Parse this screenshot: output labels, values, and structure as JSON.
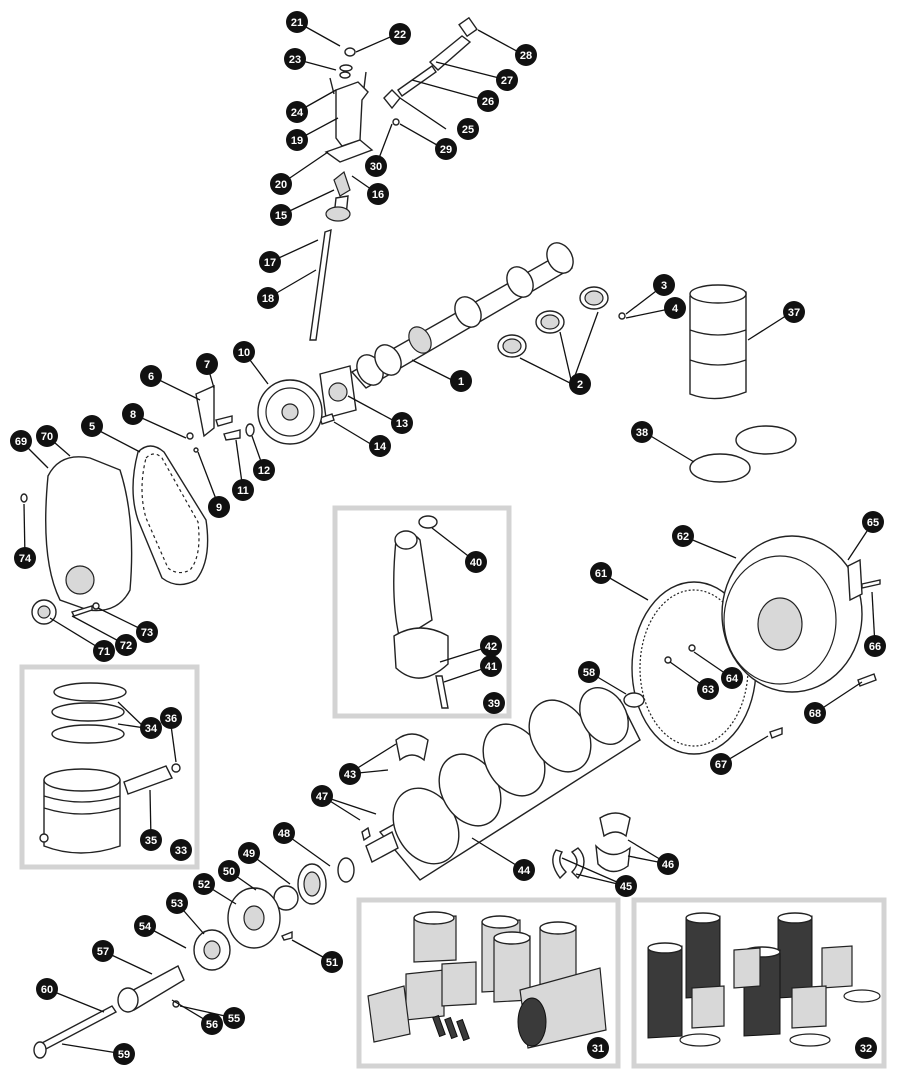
{
  "callouts": [
    {
      "n": "1"
    },
    {
      "n": "2"
    },
    {
      "n": "3"
    },
    {
      "n": "4"
    },
    {
      "n": "5"
    },
    {
      "n": "6"
    },
    {
      "n": "7"
    },
    {
      "n": "8"
    },
    {
      "n": "9"
    },
    {
      "n": "10"
    },
    {
      "n": "11"
    },
    {
      "n": "12"
    },
    {
      "n": "13"
    },
    {
      "n": "14"
    },
    {
      "n": "15"
    },
    {
      "n": "16"
    },
    {
      "n": "17"
    },
    {
      "n": "18"
    },
    {
      "n": "19"
    },
    {
      "n": "20"
    },
    {
      "n": "21"
    },
    {
      "n": "22"
    },
    {
      "n": "23"
    },
    {
      "n": "24"
    },
    {
      "n": "25"
    },
    {
      "n": "26"
    },
    {
      "n": "27"
    },
    {
      "n": "28"
    },
    {
      "n": "29"
    },
    {
      "n": "30"
    },
    {
      "n": "31"
    },
    {
      "n": "32"
    },
    {
      "n": "33"
    },
    {
      "n": "34"
    },
    {
      "n": "35"
    },
    {
      "n": "36"
    },
    {
      "n": "37"
    },
    {
      "n": "38"
    },
    {
      "n": "39"
    },
    {
      "n": "40"
    },
    {
      "n": "41"
    },
    {
      "n": "42"
    },
    {
      "n": "43"
    },
    {
      "n": "44"
    },
    {
      "n": "45"
    },
    {
      "n": "46"
    },
    {
      "n": "47"
    },
    {
      "n": "48"
    },
    {
      "n": "49"
    },
    {
      "n": "50"
    },
    {
      "n": "51"
    },
    {
      "n": "52"
    },
    {
      "n": "53"
    },
    {
      "n": "54"
    },
    {
      "n": "55"
    },
    {
      "n": "56"
    },
    {
      "n": "57"
    },
    {
      "n": "58"
    },
    {
      "n": "59"
    },
    {
      "n": "60"
    },
    {
      "n": "61"
    },
    {
      "n": "62"
    },
    {
      "n": "63"
    },
    {
      "n": "64"
    },
    {
      "n": "65"
    },
    {
      "n": "66"
    },
    {
      "n": "67"
    },
    {
      "n": "68"
    },
    {
      "n": "69"
    },
    {
      "n": "70"
    },
    {
      "n": "71"
    },
    {
      "n": "72"
    },
    {
      "n": "73"
    },
    {
      "n": "74"
    }
  ],
  "colors": {
    "badge": "#111111",
    "inset_frame": "#d3d3d3",
    "line": "#222222"
  }
}
